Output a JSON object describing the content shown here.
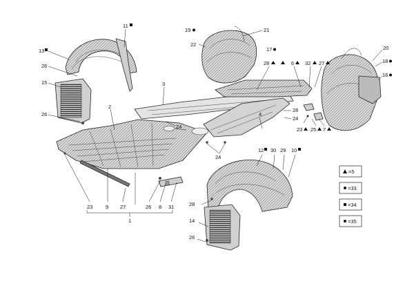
{
  "callouts": [
    {
      "id": "c11",
      "text": "11"
    },
    {
      "id": "c13",
      "text": "13"
    },
    {
      "id": "c26a",
      "text": "26"
    },
    {
      "id": "c15",
      "text": "15"
    },
    {
      "id": "c26b",
      "text": "26"
    },
    {
      "id": "c2",
      "text": "2"
    },
    {
      "id": "c3",
      "text": "3"
    },
    {
      "id": "c24a",
      "text": "24"
    },
    {
      "id": "c24b",
      "text": "24"
    },
    {
      "id": "c19",
      "text": "19"
    },
    {
      "id": "c21",
      "text": "21"
    },
    {
      "id": "c22",
      "text": "22"
    },
    {
      "id": "c17",
      "text": "17"
    },
    {
      "id": "c28a",
      "text": "28"
    },
    {
      "id": "c6",
      "text": "6"
    },
    {
      "id": "c32",
      "text": "32"
    },
    {
      "id": "c27a",
      "text": "27"
    },
    {
      "id": "c20",
      "text": "20"
    },
    {
      "id": "c18",
      "text": "18"
    },
    {
      "id": "c16",
      "text": "16"
    },
    {
      "id": "c28b",
      "text": "28"
    },
    {
      "id": "c24c",
      "text": "24"
    },
    {
      "id": "c4",
      "text": "4"
    },
    {
      "id": "c23a",
      "text": "23"
    },
    {
      "id": "c25",
      "text": "25"
    },
    {
      "id": "c7",
      "text": "7"
    },
    {
      "id": "c12",
      "text": "12"
    },
    {
      "id": "c30",
      "text": "30"
    },
    {
      "id": "c29",
      "text": "29"
    },
    {
      "id": "c10",
      "text": "10"
    },
    {
      "id": "c28c",
      "text": "28"
    },
    {
      "id": "c14",
      "text": "14"
    },
    {
      "id": "c26c",
      "text": "26"
    },
    {
      "id": "c23b",
      "text": "23"
    },
    {
      "id": "c9",
      "text": "9"
    },
    {
      "id": "c27b",
      "text": "27"
    },
    {
      "id": "c26d",
      "text": "26"
    },
    {
      "id": "c8",
      "text": "8"
    },
    {
      "id": "c31",
      "text": "31"
    },
    {
      "id": "c1",
      "text": "1"
    }
  ],
  "legend": [
    {
      "symbol": "triangle",
      "value": "=5"
    },
    {
      "symbol": "dot",
      "value": "=33"
    },
    {
      "symbol": "square",
      "value": "=34"
    },
    {
      "symbol": "dot",
      "value": "=35"
    }
  ]
}
